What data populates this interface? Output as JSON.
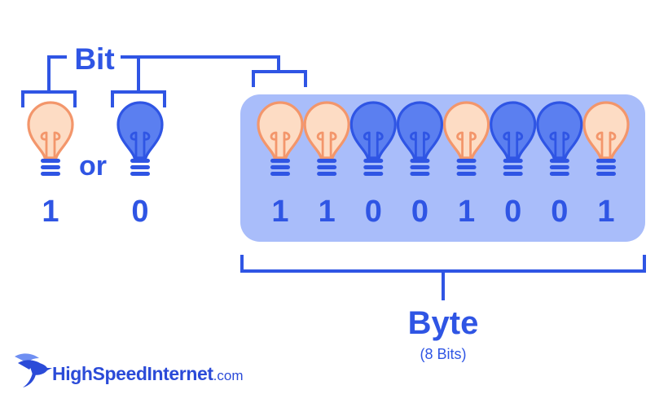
{
  "colors": {
    "brand_blue": "#2f55e4",
    "byte_panel": "#a9bdfa",
    "bulb_on_fill": "#fddcc4",
    "bulb_on_stroke": "#f3966b",
    "bulb_off_fill": "#5b7ff0",
    "bulb_off_stroke": "#2f55e4",
    "brand_text": "#2b4bd8"
  },
  "icons": {
    "bulb_on": "lightbulb-on-icon",
    "bulb_off": "lightbulb-off-icon",
    "logo": "hummingbird-logo-icon"
  },
  "bit_section": {
    "title": "Bit",
    "or_label": "or",
    "examples": [
      {
        "state": "on",
        "value": "1"
      },
      {
        "state": "off",
        "value": "0"
      }
    ]
  },
  "byte_section": {
    "title": "Byte",
    "subtitle": "(8 Bits)",
    "bits": [
      {
        "state": "on",
        "value": "1"
      },
      {
        "state": "on",
        "value": "1"
      },
      {
        "state": "off",
        "value": "0"
      },
      {
        "state": "off",
        "value": "0"
      },
      {
        "state": "on",
        "value": "1"
      },
      {
        "state": "off",
        "value": "0"
      },
      {
        "state": "off",
        "value": "0"
      },
      {
        "state": "on",
        "value": "1"
      }
    ]
  },
  "brand": {
    "name": "HighSpeedInternet",
    "suffix": ".com"
  }
}
